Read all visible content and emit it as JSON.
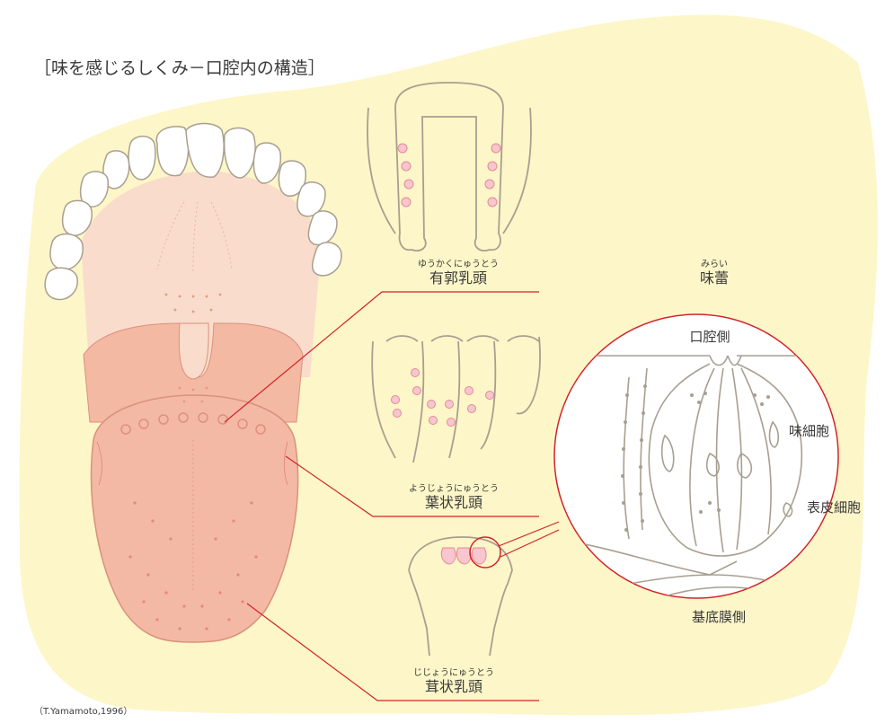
{
  "title": "［味を感じるしくみ－口腔内の構造］",
  "credit": "（T.Yamamoto,1996）",
  "papillae": {
    "circumvallate": {
      "ruby": "ゆうかくにゅうとう",
      "label": "有郭乳頭"
    },
    "foliate": {
      "ruby": "ようじょうにゅうとう",
      "label": "葉状乳頭"
    },
    "fungiform": {
      "ruby": "じじょうにゅうとう",
      "label": "茸状乳頭"
    }
  },
  "taste_bud": {
    "ruby": "みらい",
    "label": "味蕾",
    "oral_side": "口腔側",
    "taste_cell": "味細胞",
    "epithelial_cell": "表皮細胞",
    "basal_side": "基底膜側"
  },
  "colors": {
    "background_blob": "#fdf6c8",
    "tongue_back": "#f9dccb",
    "tongue_mid": "#f4b9a3",
    "tongue_front": "#f3b9a5",
    "outline": "#a89f90",
    "leader_line": "#d2232a",
    "taste_bud_dot": "#e58a94"
  }
}
